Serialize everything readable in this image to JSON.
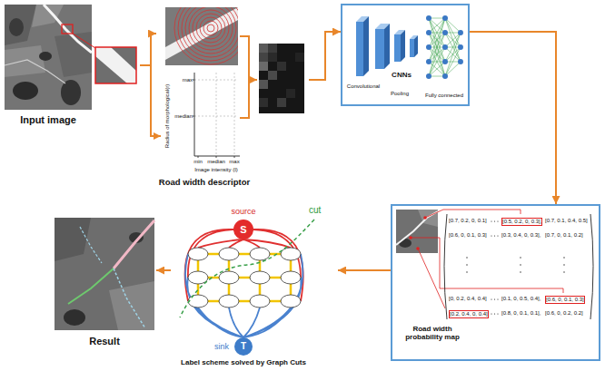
{
  "diagram": {
    "nodes": [
      {
        "text": [
          "Input image"
        ]
      },
      {
        "text": [
          "Road width descriptor"
        ]
      },
      {
        "text": [
          "CNNs"
        ]
      },
      {
        "text": [
          "Road width probability map"
        ]
      },
      {
        "text": [
          "Label scheme solved by Graph Cuts"
        ]
      },
      {
        "text": [
          "source",
          "S"
        ],
        "in": 4
      },
      {
        "text": [
          "sink",
          "T"
        ],
        "in": 4
      },
      {
        "text": [
          "Result"
        ]
      }
    ],
    "edges": [
      {
        "from": 0,
        "to": 1,
        "arrow": "to"
      },
      {
        "from": 1,
        "to": 2,
        "arrow": "to"
      },
      {
        "from": 2,
        "to": 3,
        "arrow": "to"
      },
      {
        "from": 3,
        "to": 4,
        "arrow": "to"
      },
      {
        "from": 4,
        "to": 7,
        "arrow": "to"
      }
    ],
    "labels": [
      "max",
      "median",
      "Radius of morphological(r)",
      "min",
      "median",
      "max",
      "Image intensity (I)",
      "Convolutional",
      "Pooling",
      "Fully connected",
      "cut",
      "[0.7, 0.2, 0, 0.1]",
      "[0.5, 0.2, 0, 0.3],",
      "[0.7, 0.1, 0.4, 0.5]",
      "[0.6, 0, 0.1, 0.3]",
      "[0.3, 0.4, 0, 0.3],",
      "[0.7, 0, 0.1, 0.2]",
      "[0, 0.2, 0.4, 0.4]",
      "[0.1, 0, 0.5, 0.4],",
      "[0.6, 0, 0.1, 0.3]",
      "[0.2, 0.4, 0, 0.4]",
      "[0.8, 0, 0.1, 0.1],",
      "[0.6, 0, 0.2, 0.2]"
    ]
  }
}
